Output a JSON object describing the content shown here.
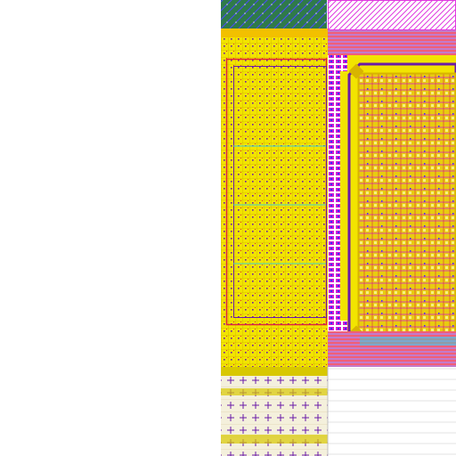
{
  "view": {
    "kind": "ic-layout-render",
    "background": "#ffffff"
  },
  "palette": {
    "metal_yellow": "#f2e400",
    "metal_yellow_dark": "#d9c800",
    "via_red": "#e0243c",
    "poly_magenta": "#d21ad2",
    "contact_blue": "#3a2cff",
    "diff_cyan": "#3fd0d0",
    "well_green": "#2f7a4a",
    "well_blue_hatch": "#4a4aff",
    "nwell_pink_hatch": "#e03ae0",
    "grid_gray": "#c8c8c8",
    "plus_purple": "#6a1aa8",
    "gold_fill": "#d8b400",
    "outline_magenta": "#ff40ff"
  },
  "regions": [
    {
      "name": "green-well-block",
      "layer": "well",
      "pattern": "crosshatch"
    },
    {
      "name": "pink-nwell-block",
      "layer": "nwell",
      "pattern": "diagonal-hatch"
    },
    {
      "name": "yellow-guard-column",
      "layer": "metal1",
      "pattern": "dense-grid"
    },
    {
      "name": "via-column",
      "layer": "via",
      "pattern": "stacked"
    },
    {
      "name": "core-array",
      "layer": "metal2",
      "pattern": "cell-array"
    },
    {
      "name": "bottom-left-tap-area",
      "layer": "tap",
      "pattern": "plus-marks"
    },
    {
      "name": "bottom-right-empty-area",
      "layer": "grid",
      "pattern": "sparse-lines"
    }
  ]
}
